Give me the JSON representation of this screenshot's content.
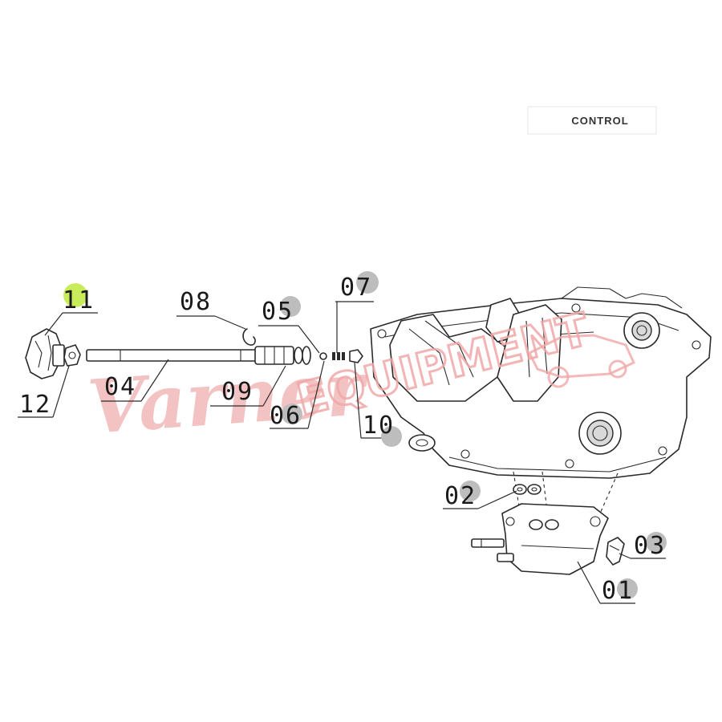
{
  "title": "CONTROL",
  "parts": [
    {
      "id": "p11",
      "number": "11",
      "highlight": true
    },
    {
      "id": "p12",
      "number": "12",
      "highlight": false
    },
    {
      "id": "p04",
      "number": "04",
      "highlight": false
    },
    {
      "id": "p08",
      "number": "08",
      "highlight": false
    },
    {
      "id": "p09",
      "number": "09",
      "highlight": false
    },
    {
      "id": "p05",
      "number": "05",
      "highlight": false
    },
    {
      "id": "p06",
      "number": "06",
      "highlight": false
    },
    {
      "id": "p07",
      "number": "07",
      "highlight": false
    },
    {
      "id": "p10",
      "number": "10",
      "highlight": false
    },
    {
      "id": "p02",
      "number": "02",
      "highlight": false
    },
    {
      "id": "p03",
      "number": "03",
      "highlight": false
    },
    {
      "id": "p01",
      "number": "01",
      "highlight": false
    }
  ],
  "watermark": {
    "script_text": "Varner",
    "block_text": "EQUIPMENT"
  },
  "colors": {
    "highlight": "#c8ec5a",
    "marker": "#bdbdbd",
    "line": "#2a2a2a",
    "watermark": "#f2b8b8"
  }
}
